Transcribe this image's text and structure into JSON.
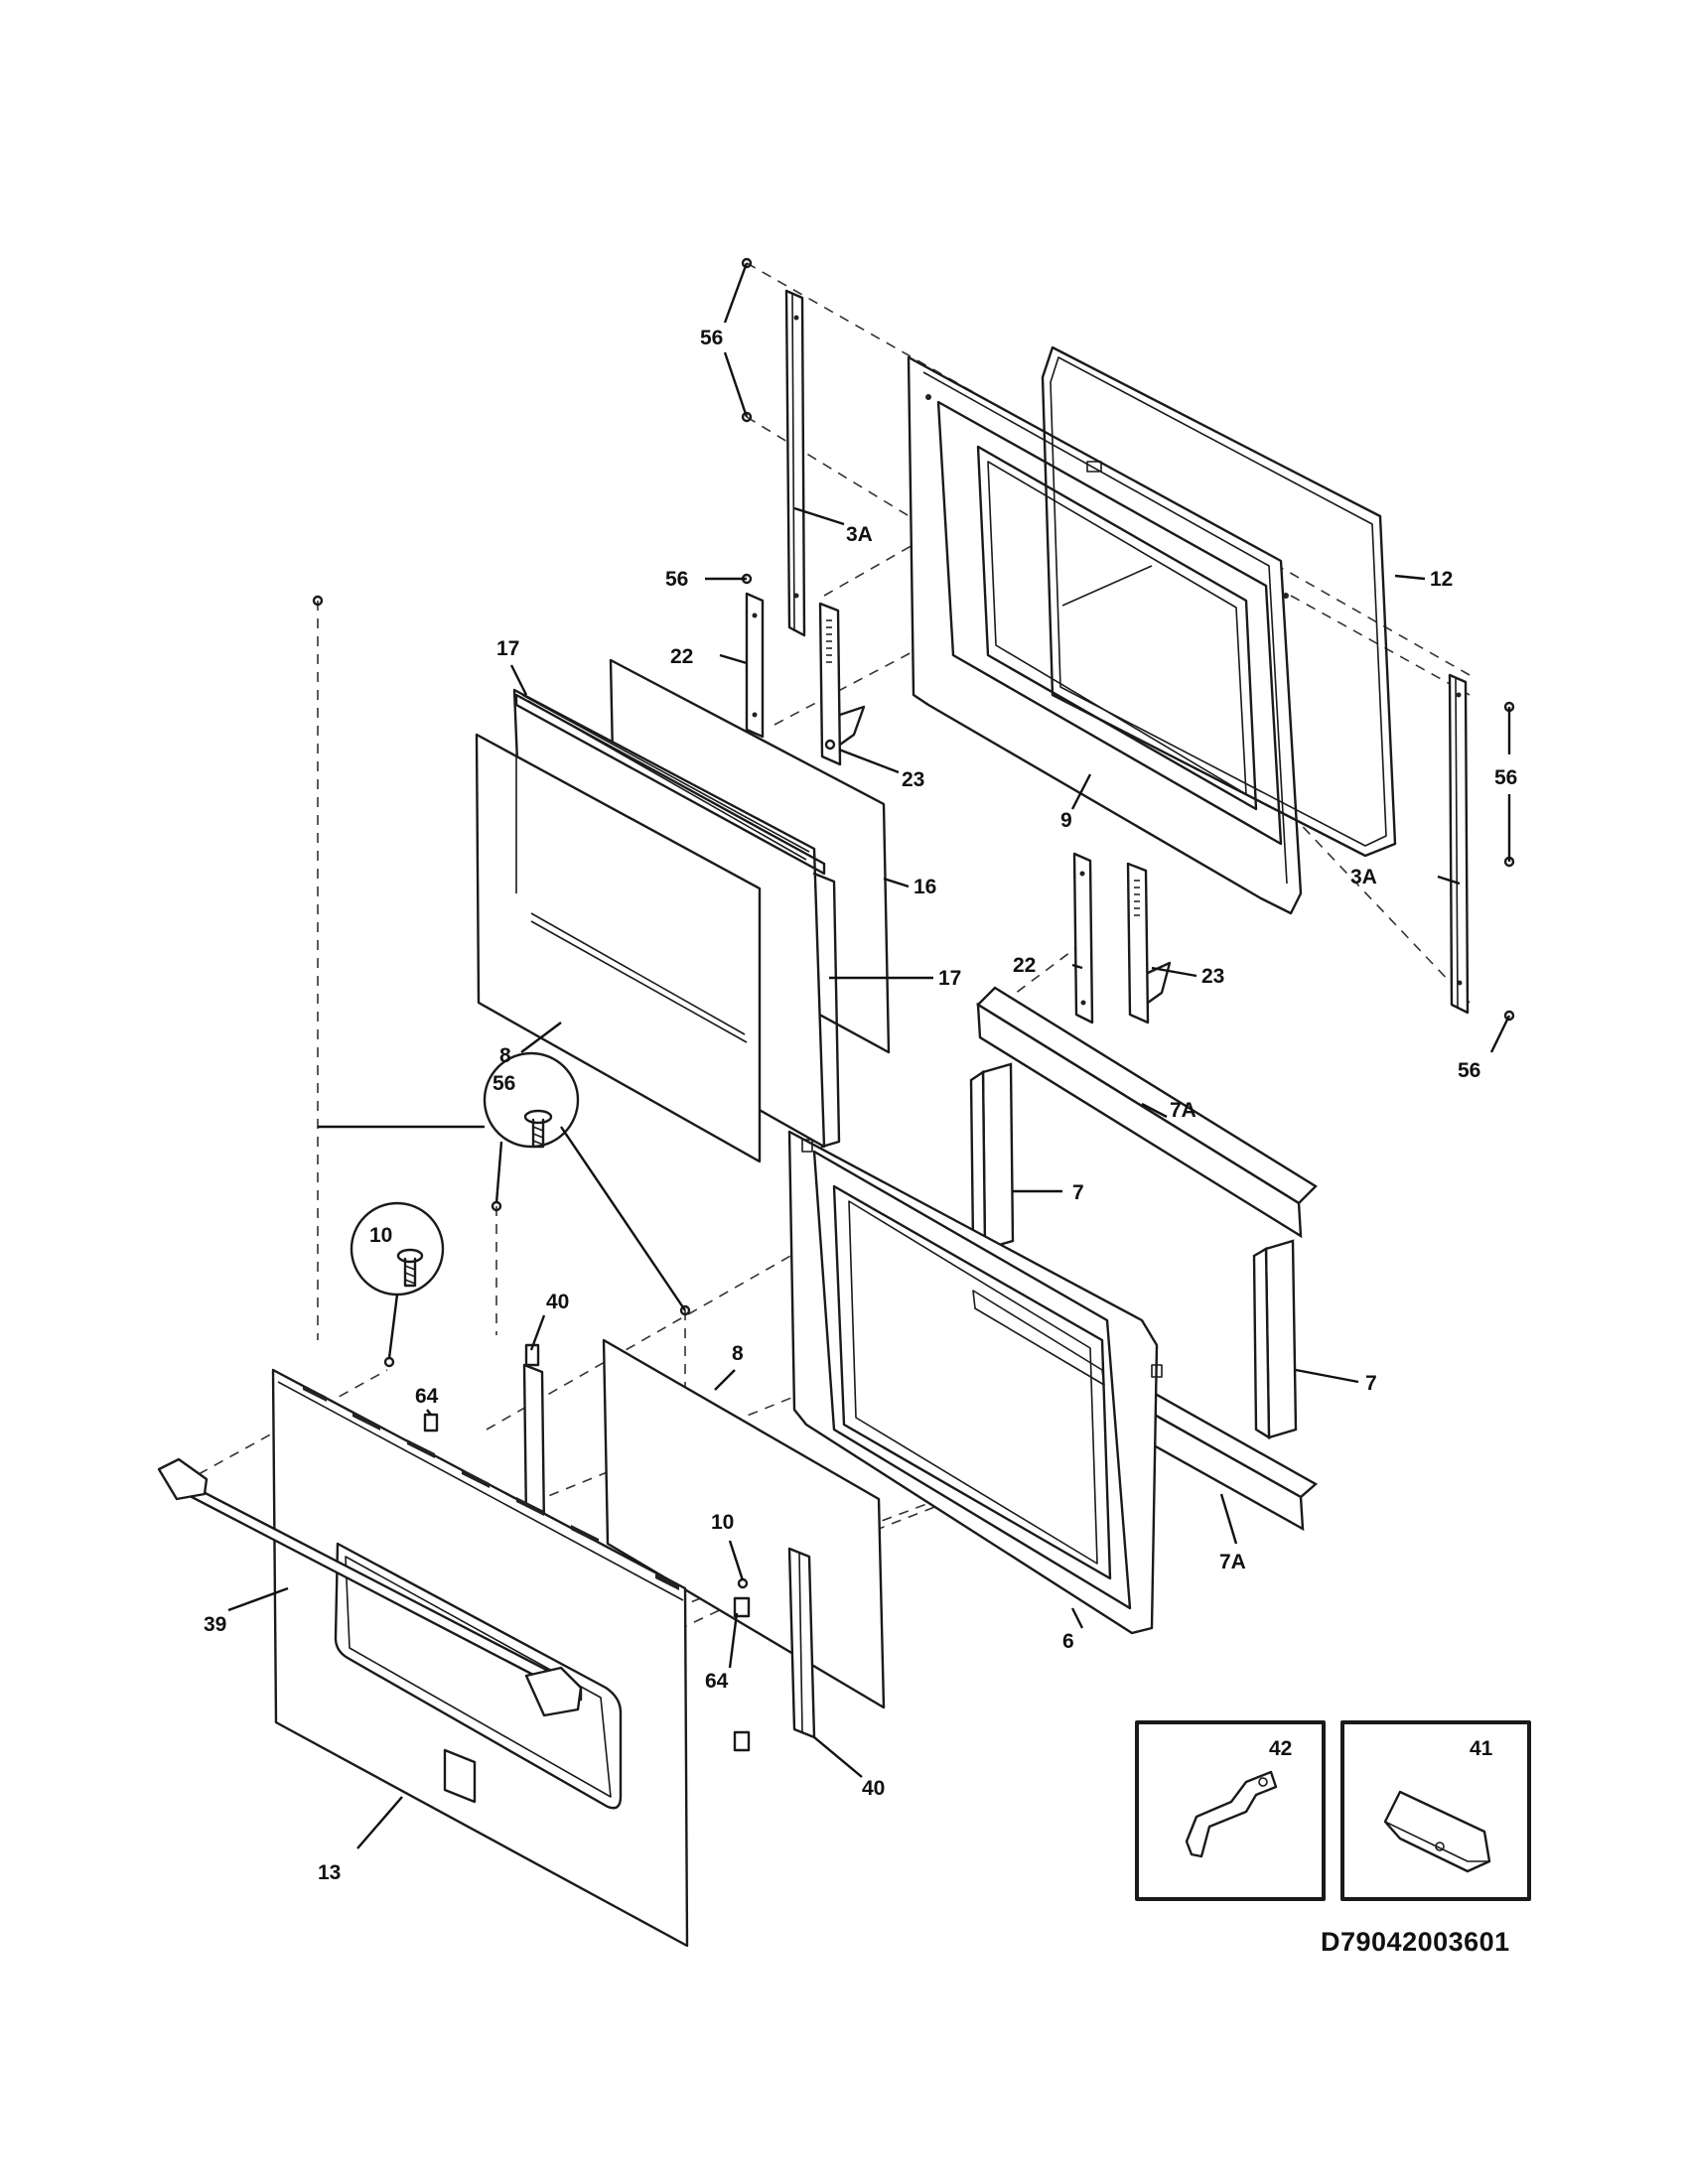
{
  "diagram": {
    "drawing_code": "D79042003601",
    "callouts": {
      "c56_top": "56",
      "c3a_left": "3A",
      "c56_mid": "56",
      "c17_top": "17",
      "c22_left": "22",
      "c12": "12",
      "c23_left": "23",
      "c16": "16",
      "c9": "9",
      "c56_right": "56",
      "c3a_right": "3A",
      "c17_bottom": "17",
      "c22_right": "22",
      "c23_right": "23",
      "c8_glass": "8",
      "c7a_top": "7A",
      "c56_bubble": "56",
      "c56_bottom_right": "56",
      "c7_upper": "7",
      "c10_bubble": "10",
      "c40_top": "40",
      "c8_lower": "8",
      "c7_right": "7",
      "c64_top": "64",
      "c10_lower": "10",
      "c7a_bottom": "7A",
      "c39": "39",
      "c6": "6",
      "c64_bottom": "64",
      "c40_bottom": "40",
      "c13": "13",
      "c42": "42",
      "c41": "41"
    }
  }
}
